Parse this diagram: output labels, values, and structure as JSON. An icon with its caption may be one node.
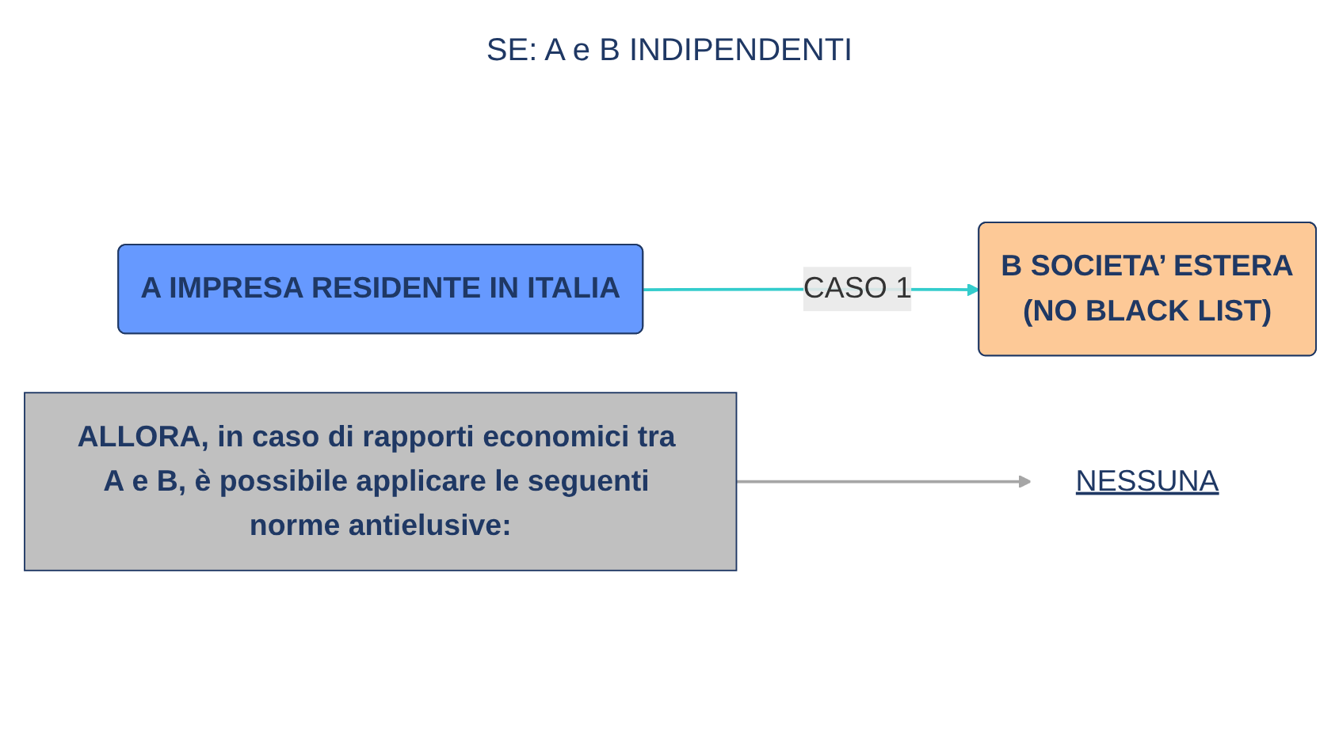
{
  "diagram": {
    "nodes": [
      {
        "text": [
          "A IMPRESA RESIDENTE IN ITALIA"
        ]
      },
      {
        "text": [
          "B SOCIETA’ ESTERA",
          "(NO BLACK LIST)"
        ]
      },
      {
        "text": [
          "ALLORA, in caso di rapporti economici tra A e B, è possibile applicare le seguenti norme antielusive:"
        ]
      },
      {
        "text": [
          "NESSUNA"
        ]
      }
    ],
    "edges": [
      {
        "from": 0,
        "to": 1,
        "arrow": "to",
        "label": "CASO 1",
        "color": "#33cccc"
      },
      {
        "from": 2,
        "to": 3,
        "arrow": "to",
        "color": "#a6a6a6"
      }
    ],
    "labels": [
      "SE: A e B INDIPENDENTI"
    ]
  }
}
